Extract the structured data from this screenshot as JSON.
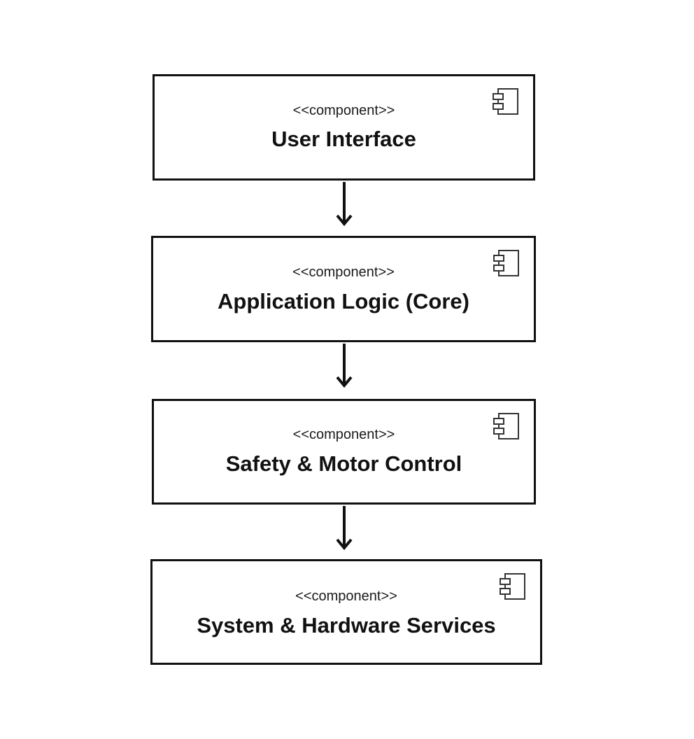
{
  "diagram": {
    "components": [
      {
        "stereotype": "<<component>>",
        "name": "User Interface"
      },
      {
        "stereotype": "<<component>>",
        "name": "Application Logic (Core)"
      },
      {
        "stereotype": "<<component>>",
        "name": "Safety & Motor Control"
      },
      {
        "stereotype": "<<component>>",
        "name": "System & Hardware Services"
      }
    ],
    "arrows": [
      {
        "from": "User Interface",
        "to": "Application Logic (Core)"
      },
      {
        "from": "Application Logic (Core)",
        "to": "Safety & Motor Control"
      },
      {
        "from": "Safety & Motor Control",
        "to": "System & Hardware Services"
      }
    ],
    "icon": "uml-component-icon",
    "colors": {
      "stroke": "#111111",
      "background": "#ffffff"
    }
  }
}
